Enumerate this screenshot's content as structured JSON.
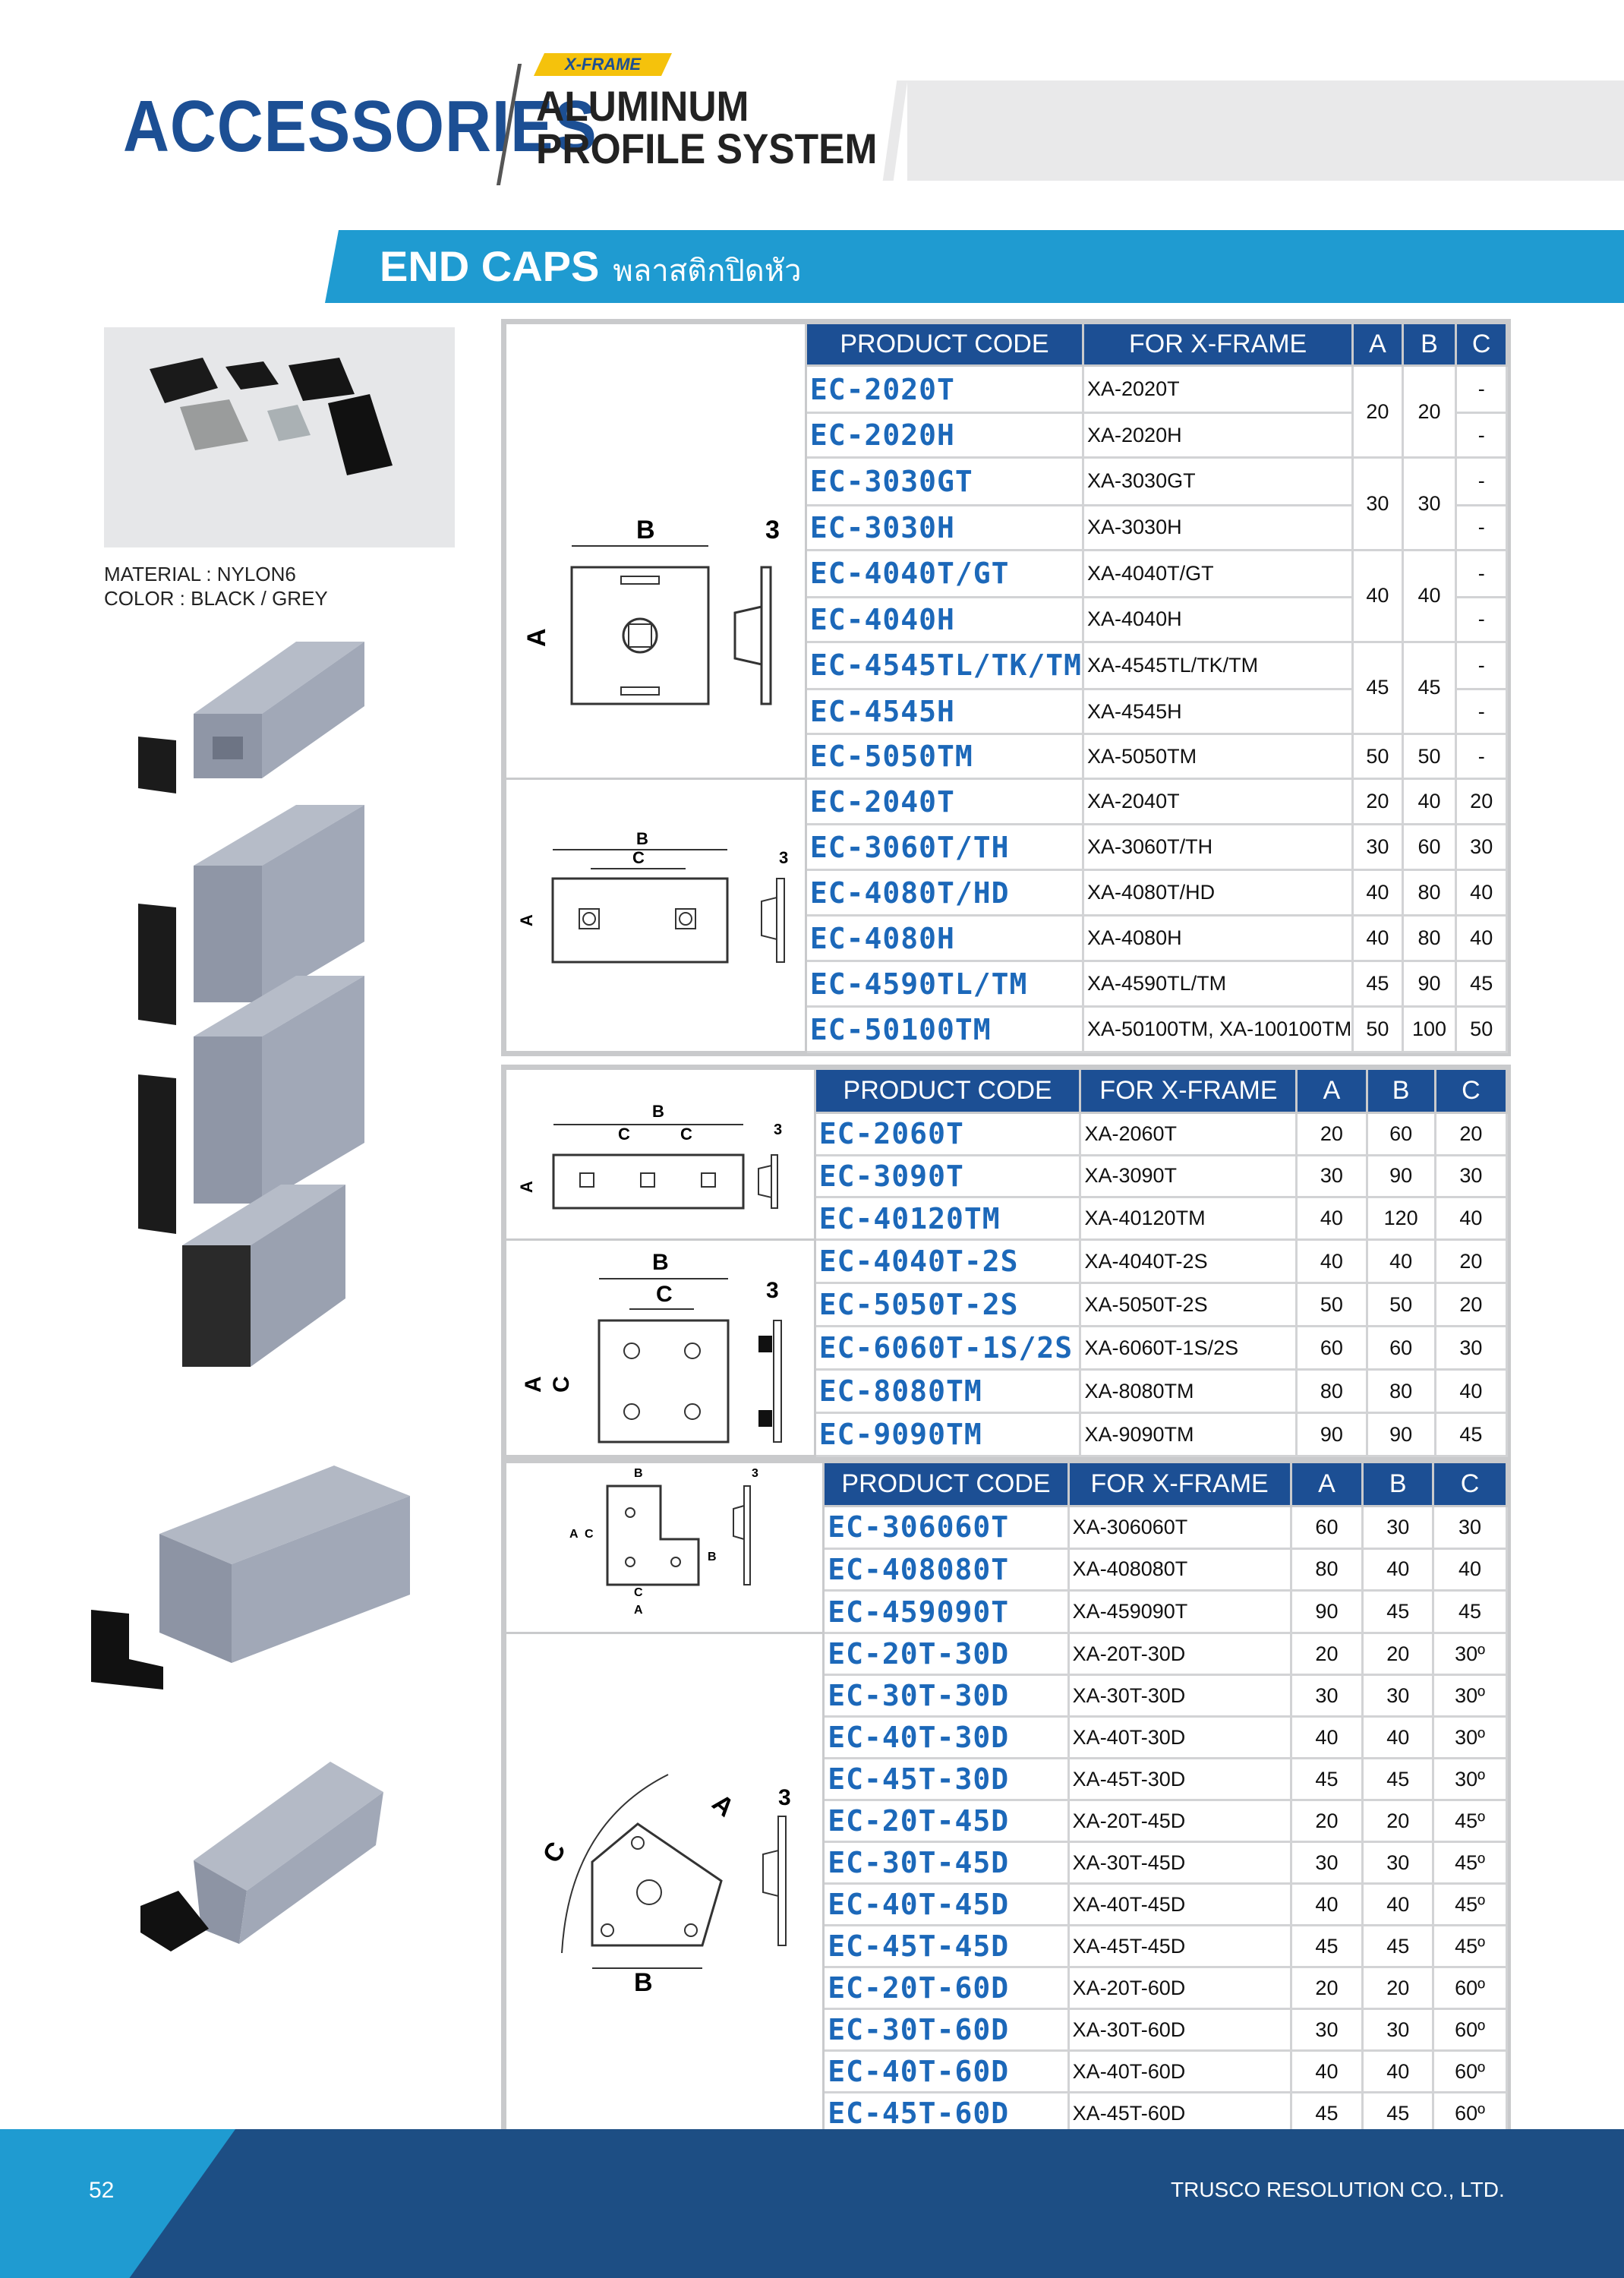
{
  "header": {
    "title": "ACCESSORIES",
    "tag": "X-FRAME",
    "subtitle_line1": "ALUMINUM",
    "subtitle_line2": "PROFILE SYSTEM"
  },
  "section": {
    "title": "END CAPS",
    "title_th": "พลาสติกปิดหัว"
  },
  "material": {
    "line1": "MATERIAL : NYLON6",
    "line2": "COLOR : BLACK / GREY"
  },
  "columns": [
    "PRODUCT CODE",
    "FOR X-FRAME",
    "A",
    "B",
    "C"
  ],
  "drawing_labels": {
    "a": "A",
    "b": "B",
    "c": "C",
    "three": "3"
  },
  "table1": {
    "groupA": [
      {
        "code": "EC-2020T",
        "frame": "XA-2020T",
        "c": "-"
      },
      {
        "code": "EC-2020H",
        "frame": "XA-2020H",
        "c": "-"
      },
      {
        "code": "EC-3030GT",
        "frame": "XA-3030GT",
        "c": "-"
      },
      {
        "code": "EC-3030H",
        "frame": "XA-3030H",
        "c": "-"
      },
      {
        "code": "EC-4040T/GT",
        "frame": "XA-4040T/GT",
        "c": "-"
      },
      {
        "code": "EC-4040H",
        "frame": "XA-4040H",
        "c": "-"
      },
      {
        "code": "EC-4545TL/TK/TM",
        "frame": "XA-4545TL/TK/TM",
        "c": "-"
      },
      {
        "code": "EC-4545H",
        "frame": "XA-4545H",
        "c": "-"
      },
      {
        "code": "EC-5050TM",
        "frame": "XA-5050TM",
        "a": "50",
        "b": "50",
        "c": "-"
      }
    ],
    "merged": [
      {
        "a": "20",
        "b": "20"
      },
      {
        "a": "30",
        "b": "30"
      },
      {
        "a": "40",
        "b": "40"
      },
      {
        "a": "45",
        "b": "45"
      }
    ],
    "groupB": [
      {
        "code": "EC-2040T",
        "frame": "XA-2040T",
        "a": "20",
        "b": "40",
        "c": "20"
      },
      {
        "code": "EC-3060T/TH",
        "frame": "XA-3060T/TH",
        "a": "30",
        "b": "60",
        "c": "30"
      },
      {
        "code": "EC-4080T/HD",
        "frame": "XA-4080T/HD",
        "a": "40",
        "b": "80",
        "c": "40"
      },
      {
        "code": "EC-4080H",
        "frame": "XA-4080H",
        "a": "40",
        "b": "80",
        "c": "40"
      },
      {
        "code": "EC-4590TL/TM",
        "frame": "XA-4590TL/TM",
        "a": "45",
        "b": "90",
        "c": "45"
      },
      {
        "code": "EC-50100TM",
        "frame": "XA-50100TM, XA-100100TM",
        "a": "50",
        "b": "100",
        "c": "50"
      }
    ]
  },
  "table2": {
    "groupA": [
      {
        "code": "EC-2060T",
        "frame": "XA-2060T",
        "a": "20",
        "b": "60",
        "c": "20"
      },
      {
        "code": "EC-3090T",
        "frame": "XA-3090T",
        "a": "30",
        "b": "90",
        "c": "30"
      },
      {
        "code": "EC-40120TM",
        "frame": "XA-40120TM",
        "a": "40",
        "b": "120",
        "c": "40"
      }
    ],
    "groupB": [
      {
        "code": "EC-4040T-2S",
        "frame": "XA-4040T-2S",
        "a": "40",
        "b": "40",
        "c": "20"
      },
      {
        "code": "EC-5050T-2S",
        "frame": "XA-5050T-2S",
        "a": "50",
        "b": "50",
        "c": "20"
      },
      {
        "code": "EC-6060T-1S/2S",
        "frame": "XA-6060T-1S/2S",
        "a": "60",
        "b": "60",
        "c": "30"
      },
      {
        "code": "EC-8080TM",
        "frame": "XA-8080TM",
        "a": "80",
        "b": "80",
        "c": "40"
      },
      {
        "code": "EC-9090TM",
        "frame": "XA-9090TM",
        "a": "90",
        "b": "90",
        "c": "45"
      }
    ]
  },
  "table3": {
    "groupA": [
      {
        "code": "EC-306060T",
        "frame": "XA-306060T",
        "a": "60",
        "b": "30",
        "c": "30"
      },
      {
        "code": "EC-408080T",
        "frame": "XA-408080T",
        "a": "80",
        "b": "40",
        "c": "40"
      },
      {
        "code": "EC-459090T",
        "frame": "XA-459090T",
        "a": "90",
        "b": "45",
        "c": "45"
      }
    ],
    "groupB": [
      {
        "code": "EC-20T-30D",
        "frame": "XA-20T-30D",
        "a": "20",
        "b": "20",
        "c": "30º"
      },
      {
        "code": "EC-30T-30D",
        "frame": "XA-30T-30D",
        "a": "30",
        "b": "30",
        "c": "30º"
      },
      {
        "code": "EC-40T-30D",
        "frame": "XA-40T-30D",
        "a": "40",
        "b": "40",
        "c": "30º"
      },
      {
        "code": "EC-45T-30D",
        "frame": "XA-45T-30D",
        "a": "45",
        "b": "45",
        "c": "30º"
      },
      {
        "code": "EC-20T-45D",
        "frame": "XA-20T-45D",
        "a": "20",
        "b": "20",
        "c": "45º"
      },
      {
        "code": "EC-30T-45D",
        "frame": "XA-30T-45D",
        "a": "30",
        "b": "30",
        "c": "45º"
      },
      {
        "code": "EC-40T-45D",
        "frame": "XA-40T-45D",
        "a": "40",
        "b": "40",
        "c": "45º"
      },
      {
        "code": "EC-45T-45D",
        "frame": "XA-45T-45D",
        "a": "45",
        "b": "45",
        "c": "45º"
      },
      {
        "code": "EC-20T-60D",
        "frame": "XA-20T-60D",
        "a": "20",
        "b": "20",
        "c": "60º"
      },
      {
        "code": "EC-30T-60D",
        "frame": "XA-30T-60D",
        "a": "30",
        "b": "30",
        "c": "60º"
      },
      {
        "code": "EC-40T-60D",
        "frame": "XA-40T-60D",
        "a": "40",
        "b": "40",
        "c": "60º"
      },
      {
        "code": "EC-45T-60D",
        "frame": "XA-45T-60D",
        "a": "45",
        "b": "45",
        "c": "60º"
      }
    ]
  },
  "footer": {
    "page": "52",
    "company": "TRUSCO RESOLUTION CO., LTD."
  }
}
